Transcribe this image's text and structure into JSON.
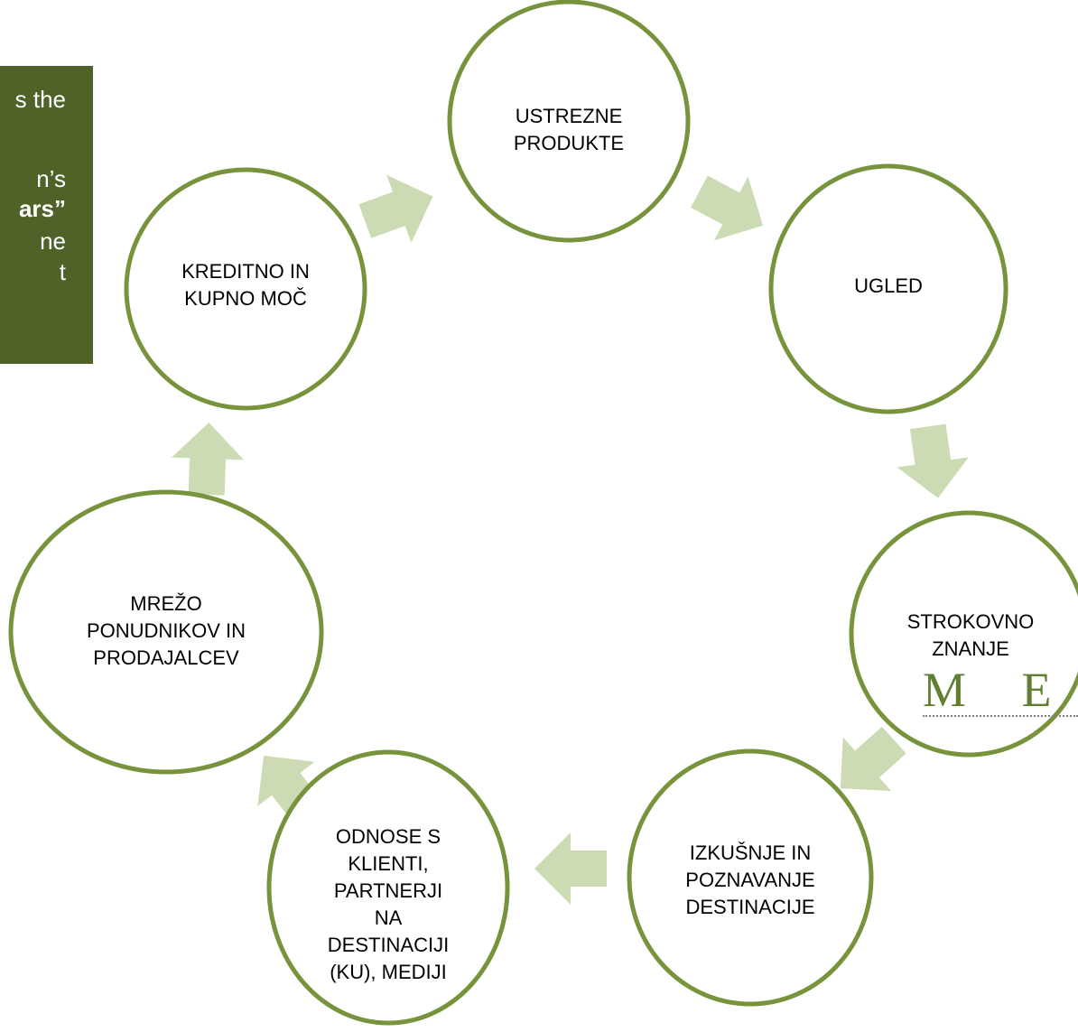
{
  "colors": {
    "panel": "#4f6228",
    "circle_stroke": "#77933c",
    "arrow_fill": "#cddbb4",
    "logo": "#5f7f33"
  },
  "panel": {
    "lines": [
      "s the",
      "",
      "n’s",
      "ars”",
      "ne",
      "t"
    ]
  },
  "nodes": [
    {
      "id": "ustrezne",
      "lines": [
        "USTREZNE",
        "PRODUKTE"
      ]
    },
    {
      "id": "ugled",
      "lines": [
        "UGLED"
      ]
    },
    {
      "id": "strokovno",
      "lines": [
        "STROKOVNO",
        "ZNANJE"
      ]
    },
    {
      "id": "izkusnje",
      "lines": [
        "IZKUŠNJE IN",
        "POZNAVANJE",
        "DESTINACIJE"
      ]
    },
    {
      "id": "odnose",
      "lines": [
        "ODNOSE S",
        "KLIENTI,",
        "PARTNERJI",
        "NA",
        "DESTINACIJI",
        "(KU), MEDIJI"
      ]
    },
    {
      "id": "mrezo",
      "lines": [
        "MREŽO",
        "PONUDNIKOV IN",
        "PRODAJALCEV"
      ]
    },
    {
      "id": "kreditno",
      "lines": [
        "KREDITNO IN",
        "KUPNO MOČ"
      ]
    }
  ],
  "logo": {
    "text": "M E I"
  },
  "arrows": [
    {
      "id": "ustrezne-to-ugled",
      "icon": "chevron-arrow"
    },
    {
      "id": "ugled-to-strokovno",
      "icon": "chevron-arrow"
    },
    {
      "id": "strokovno-to-izkusnje",
      "icon": "chevron-arrow"
    },
    {
      "id": "izkusnje-to-odnose",
      "icon": "chevron-arrow"
    },
    {
      "id": "odnose-to-mrezo",
      "icon": "chevron-arrow"
    },
    {
      "id": "mrezo-to-kreditno",
      "icon": "chevron-arrow"
    },
    {
      "id": "kreditno-to-ustrezne",
      "icon": "chevron-arrow"
    }
  ]
}
